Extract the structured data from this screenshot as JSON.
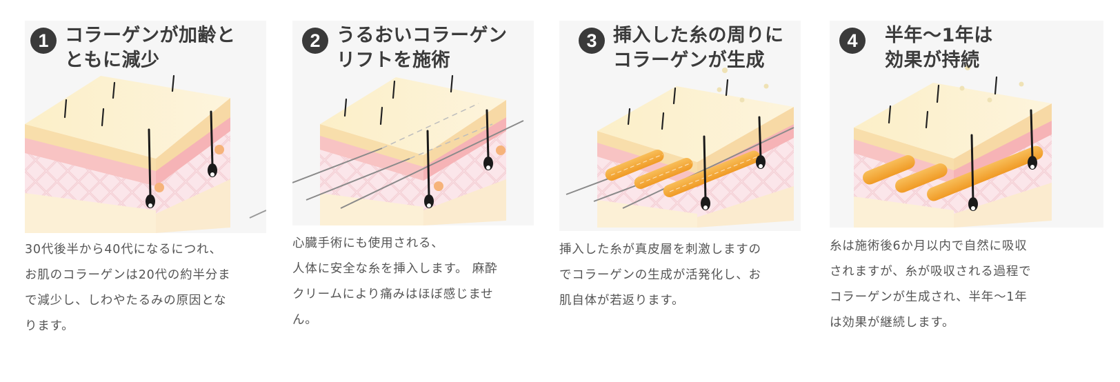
{
  "steps": [
    {
      "number": "1",
      "title_lines": [
        "コラーゲンが加齢と",
        "ともに減少"
      ],
      "illustration": "skin-cross-section-aging",
      "description_lines": [
        "30代後半から40代になるにつれ、",
        "お肌のコラーゲンは20代の約半分ま",
        "で減少し、しわやたるみの原因とな",
        "ります。"
      ]
    },
    {
      "number": "2",
      "title_lines": [
        "うるおいコラーゲン",
        "リフトを施術"
      ],
      "illustration": "skin-cross-section-thread-insertion",
      "description_lines": [
        "心臓手術にも使用される、",
        "人体に安全な糸を挿入します。 麻酔",
        "クリームにより痛みはほぼ感じませ",
        "ん。"
      ]
    },
    {
      "number": "3",
      "title_lines": [
        "挿入した糸の周りに",
        "コラーゲンが生成"
      ],
      "illustration": "skin-cross-section-collagen-forming",
      "description_lines": [
        "挿入した糸が真皮層を刺激しますの",
        "でコラーゲンの生成が活発化し、お",
        "肌自体が若返ります。"
      ]
    },
    {
      "number": "4",
      "title_lines": [
        "半年〜1年は",
        "効果が持続"
      ],
      "illustration": "skin-cross-section-collagen-lasting",
      "description_lines": [
        "糸は施術後6か月以内で自然に吸収",
        "されますが、糸が吸収される過程で",
        "コラーゲンが生成され、半年〜1年",
        "は効果が継続します。"
      ]
    }
  ],
  "colors": {
    "panel_bg": "#f6f6f6",
    "heading_text": "#3b3b3b",
    "number_badge": "#3a3a3a",
    "body_text": "#555555",
    "epidermis": "#fbf0cf",
    "dermis_pink": "#f6b8b8",
    "collagen_orange": "#f5a53a",
    "hair": "#1a1a1a"
  }
}
